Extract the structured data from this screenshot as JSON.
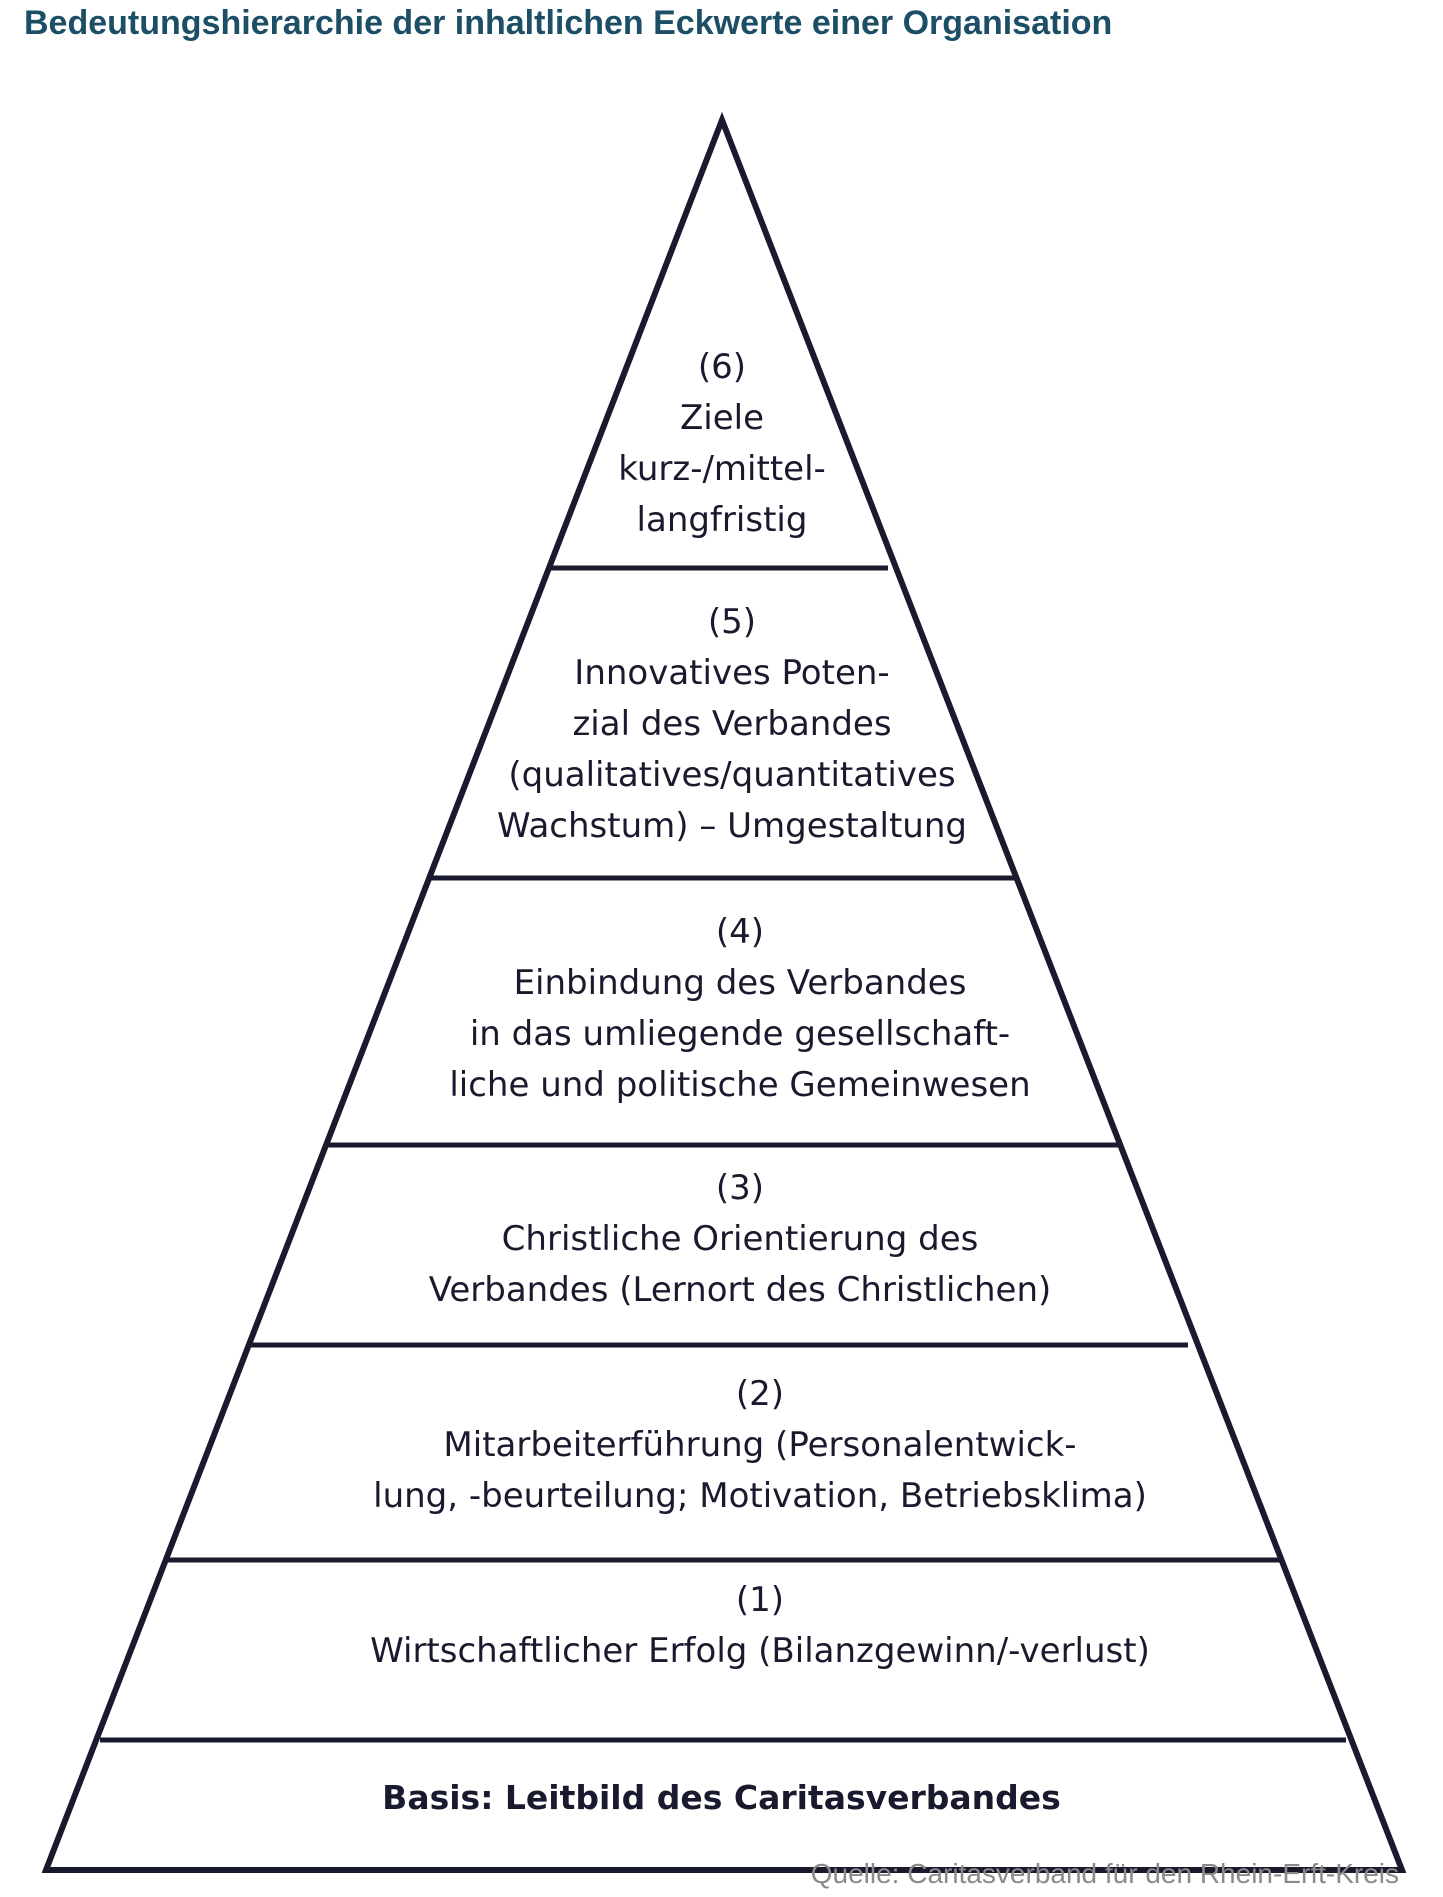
{
  "title": "Bedeutungshierarchie der inhaltlichen Eckwerte einer Organisation",
  "levels": [
    {
      "number": "(6)",
      "lines": [
        "Ziele",
        "kurz-/mittel-",
        "langfristig"
      ]
    },
    {
      "number": "(5)",
      "lines": [
        "Innovatives Poten-",
        "zial des Verbandes",
        "(qualitatives/quantitatives",
        "Wachstum) – Umgestaltung"
      ]
    },
    {
      "number": "(4)",
      "lines": [
        "Einbindung des Verbandes",
        "in das umliegende gesellschaft-",
        "liche und politische Gemeinwesen"
      ]
    },
    {
      "number": "(3)",
      "lines": [
        "Christliche Orientierung des",
        "Verbandes (Lernort des Christlichen)"
      ]
    },
    {
      "number": "(2)",
      "lines": [
        "Mitarbeiterführung (Personalentwick-",
        "lung, -beurteilung; Motivation, Betriebsklima)"
      ]
    },
    {
      "number": "(1)",
      "lines": [
        "Wirtschaftlicher Erfolg (Bilanzgewinn/-verlust)"
      ]
    }
  ],
  "basis": "Basis: Leitbild des Caritasverbandes",
  "source": "Quelle: Caritasverband für den Rhein-Erft-Kreis",
  "colors": {
    "title": "#1c4e66",
    "outline": "#1a1a2e",
    "source": "#8a8a8a"
  }
}
